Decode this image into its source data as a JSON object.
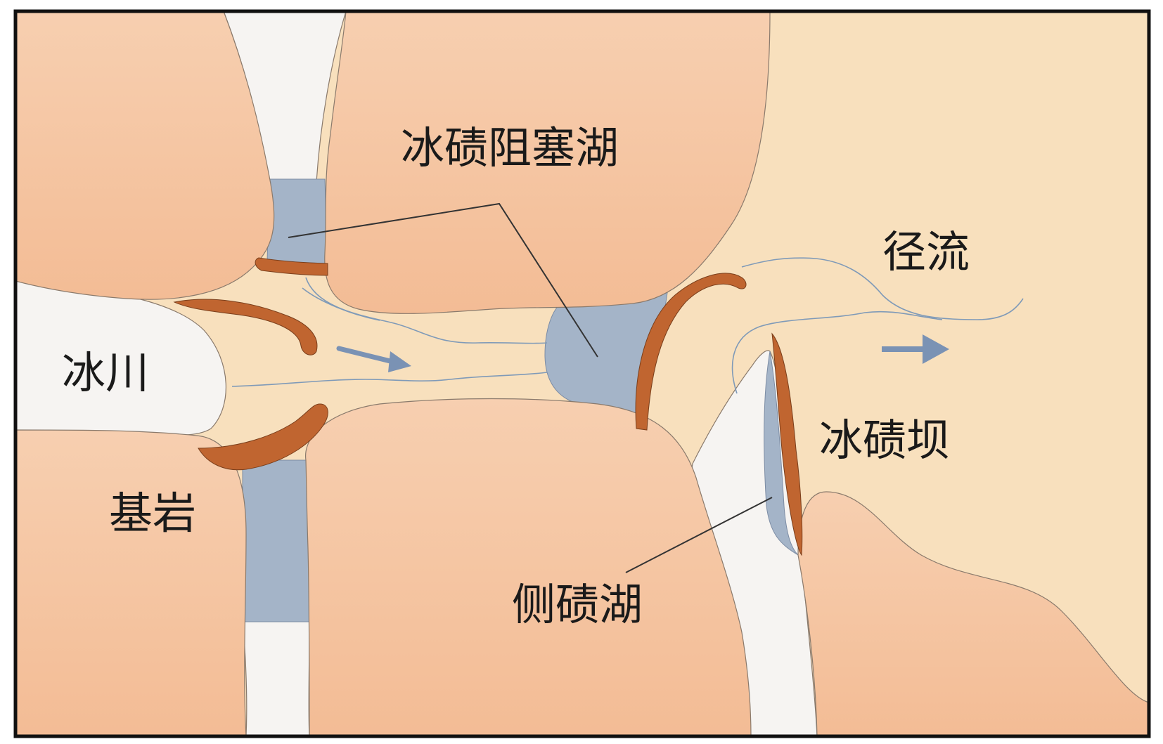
{
  "labels": {
    "moraine_dammed_lake": "冰碛阻塞湖",
    "runoff": "径流",
    "glacier": "冰川",
    "moraine_dam": "冰碛坝",
    "bedrock": "基岩",
    "lateral_moraine_lake": "侧碛湖"
  },
  "colors": {
    "bedrock": "#f8d0b0",
    "bedrock_dark": "#f4c09c",
    "valley_floor": "#f8e0bd",
    "glacier_ice": "#f6f4f2",
    "lake_water": "#a4b4c8",
    "moraine": "#c06530",
    "stream": "#7f9ab8",
    "flow_arrow": "#7a92b4",
    "frame": "#111111"
  }
}
